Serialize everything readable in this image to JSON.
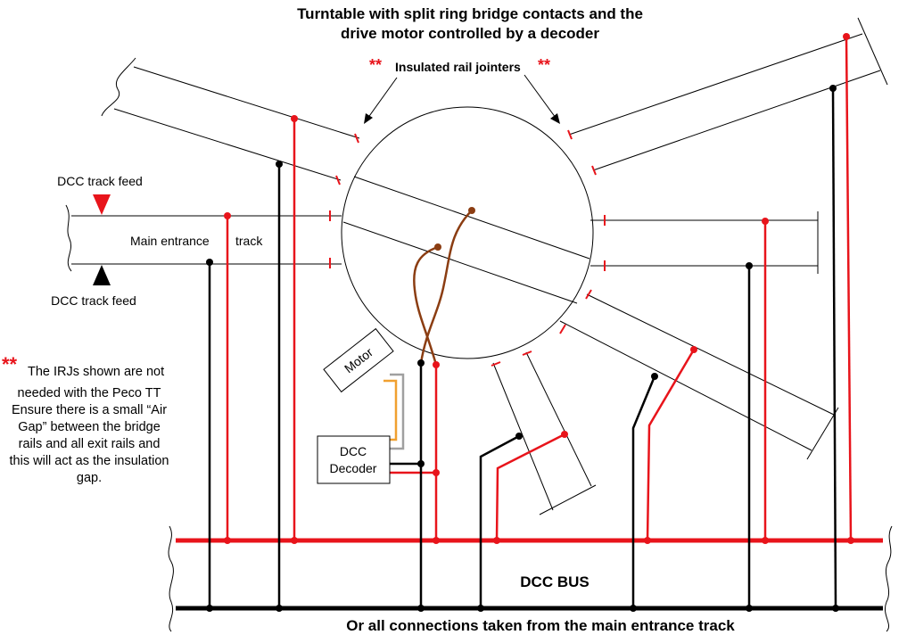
{
  "title": {
    "line1": "Turntable with split ring bridge contacts and the",
    "line2": "drive motor controlled by a decoder"
  },
  "irj_label": {
    "asterisks": "**",
    "text": "Insulated rail jointers"
  },
  "feed_top": "DCC track feed",
  "feed_bottom": "DCC track feed",
  "main_track_label": {
    "part1": "Main entrance",
    "part2": "track"
  },
  "motor_label": "Motor",
  "decoder_label": {
    "line1": "DCC",
    "line2": "Decoder"
  },
  "note": {
    "asterisks": "**",
    "lines": [
      "The IRJs shown are not",
      "needed with the Peco TT",
      "Ensure there is a small “Air",
      "Gap” between the bridge",
      "rails and all exit rails and",
      "this will act as the insulation",
      "gap."
    ]
  },
  "bus_label": "DCC BUS",
  "footer": "Or all connections taken from the main entrance track",
  "colors": {
    "red_wire": "#e8141b",
    "black_wire": "#000000",
    "brown_wire": "#8b3d12",
    "orange_wire": "#f0a030",
    "grey_wire": "#a0a0a0"
  }
}
